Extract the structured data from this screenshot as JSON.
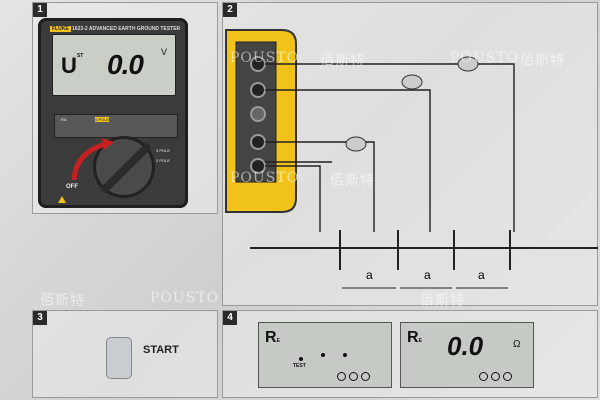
{
  "panels": {
    "p1": "1",
    "p2": "2",
    "p3": "3",
    "p4": "4"
  },
  "meter": {
    "brand": "FLUKE",
    "model": "1623-2",
    "subtitle": "ADVANCED EARTH GROUND TESTER",
    "lcd_symbol": "U",
    "lcd_symbol_sub": "ST",
    "lcd_value": "0.0",
    "lcd_unit": "V",
    "off_label": "OFF",
    "mode_labels": [
      "RA",
      "4 POLE",
      "3 POLE",
      "2 POLE"
    ]
  },
  "diagram": {
    "spacing_label": "a"
  },
  "step3": {
    "start_label": "START"
  },
  "step4": {
    "left": {
      "symbol": "R",
      "sub": "E",
      "test": "TEST"
    },
    "right": {
      "symbol": "R",
      "sub": "E",
      "value": "0.0",
      "unit": "Ω"
    }
  },
  "watermarks": {
    "latin": "POUSTO",
    "cjk": "佰斯特"
  },
  "colors": {
    "case_yellow": "#f1c21a",
    "arrow_red": "#c62020",
    "lcd": "#c9cfc7"
  }
}
